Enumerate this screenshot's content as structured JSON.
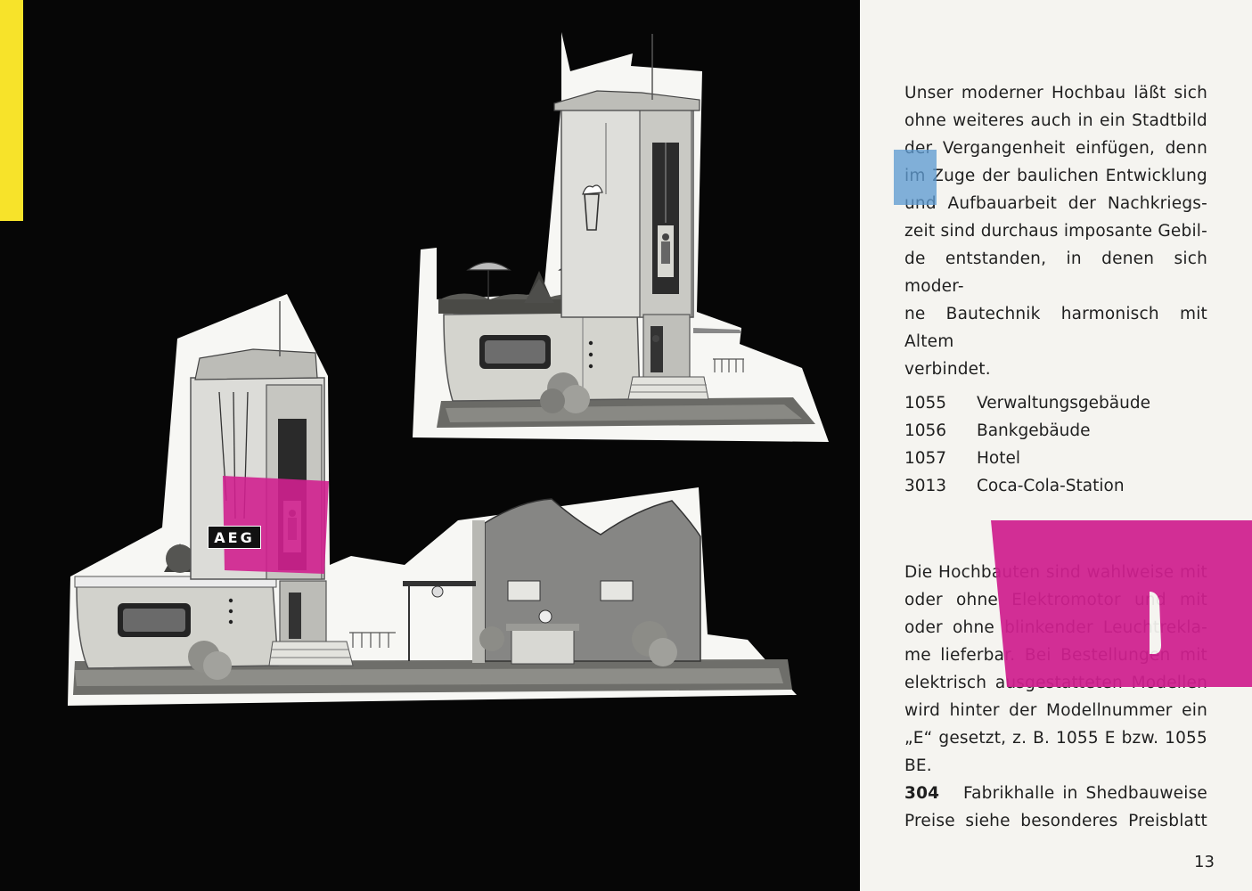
{
  "intro": {
    "lines": [
      "Unser moderner Hochbau läßt sich",
      "ohne weiteres auch in ein Stadtbild",
      "der Vergangenheit einfügen, denn",
      "im Zuge der baulichen Entwicklung",
      "und Aufbauarbeit der Nachkriegs-",
      "zeit sind durchaus imposante Gebil-",
      "de entstanden, in denen sich moder-",
      "ne Bautechnik harmonisch mit Altem",
      "verbindet."
    ]
  },
  "models": [
    {
      "number": "1055",
      "name": "Verwaltungsgebäude"
    },
    {
      "number": "1056",
      "name": "Bankgebäude"
    },
    {
      "number": "1057",
      "name": "Hotel"
    },
    {
      "number": "3013",
      "name": "Coca-Cola-Station"
    }
  ],
  "details": {
    "lines": [
      "Die Hochbauten sind wahlweise mit",
      "oder ohne Elektromotor und mit",
      "oder ohne blinkender Leuchtrekla-",
      "me lieferbar. Bei Bestellungen mit",
      "elektrisch ausgestatteten Modellen",
      "wird hinter der Modellnummer ein",
      "„E“ gesetzt, z. B. 1055 E bzw. 1055 BE."
    ],
    "factory_number": "304",
    "factory_name": "Fabrikhalle in Shedbauweise",
    "price_note": "Preise siehe besonderes Preisblatt"
  },
  "sign_text": "AEG",
  "page_number": "13",
  "colors": {
    "accent_yellow": "#f7e32a",
    "accent_blue": "#5f9bd1",
    "accent_magenta": "#d0208f",
    "background_black": "#060606",
    "paper": "#f5f4f0"
  }
}
